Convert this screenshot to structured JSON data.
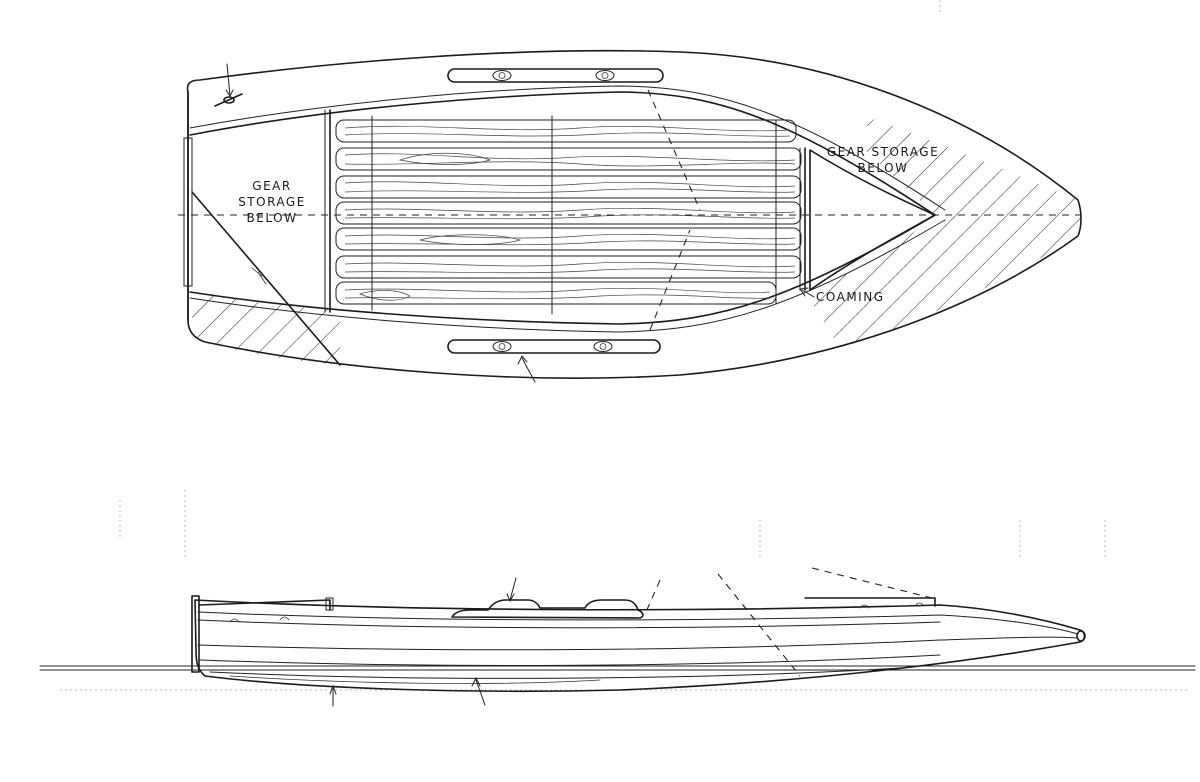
{
  "plan_view": {
    "label_aft_storage": {
      "line1": "GEAR",
      "line2": "STORAGE",
      "line3": "BELOW"
    },
    "label_fwd_storage": {
      "line1": "GEAR STORAGE",
      "line2": "BELOW"
    },
    "label_coaming": "COAMING"
  },
  "colors": {
    "ink": "#1a1a1a",
    "paper": "#ffffff"
  }
}
